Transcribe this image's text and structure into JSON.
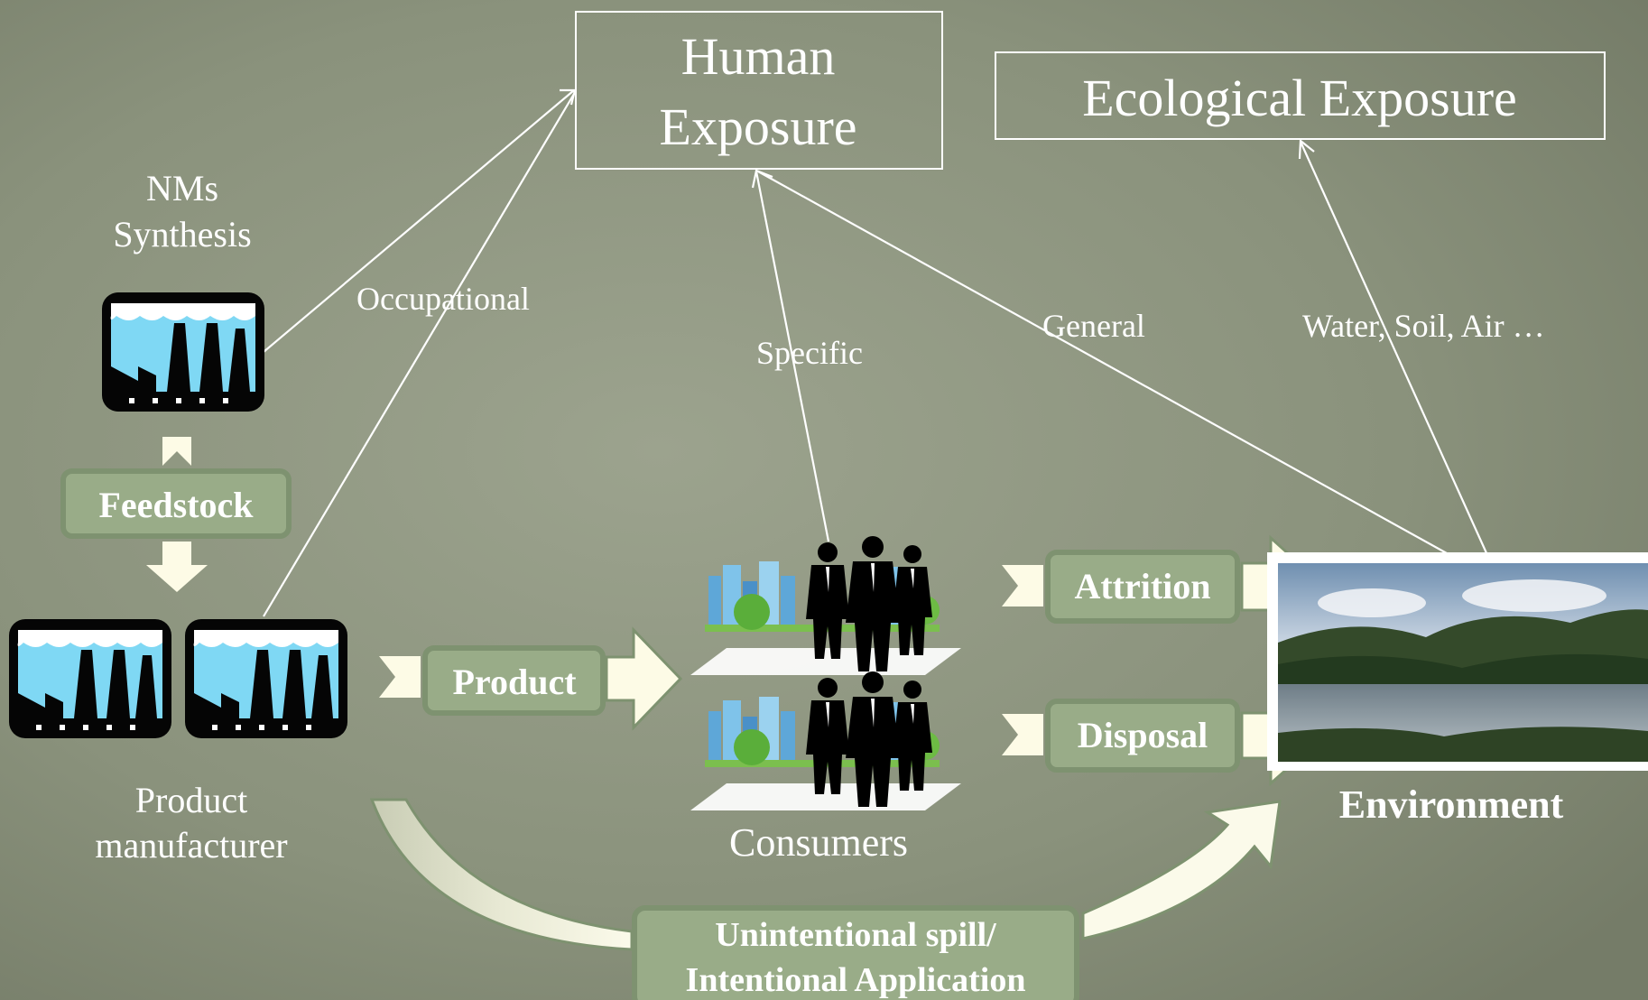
{
  "exposure_boxes": {
    "human_line1": "Human",
    "human_line2": "Exposure",
    "ecological": "Ecological Exposure"
  },
  "labels": {
    "nms_line1": "NMs",
    "nms_line2": "Synthesis",
    "manufacturer_line1": "Product",
    "manufacturer_line2": "manufacturer",
    "consumers": "Consumers",
    "environment": "Environment"
  },
  "pathways": {
    "occupational": "Occupational",
    "specific": "Specific",
    "general": "General",
    "water_soil_air": "Water, Soil, Air …"
  },
  "flow_boxes": {
    "feedstock": "Feedstock",
    "product": "Product",
    "attrition": "Attrition",
    "disposal": "Disposal",
    "spill_line1": "Unintentional spill/",
    "spill_line2": "Intentional Application"
  },
  "colors": {
    "flow_box_fill": "#99ac88",
    "flow_box_border": "#7e9270",
    "chevron": "#fdfbe6",
    "factory_sky": "#7fd8f4",
    "line": "#ffffff"
  }
}
